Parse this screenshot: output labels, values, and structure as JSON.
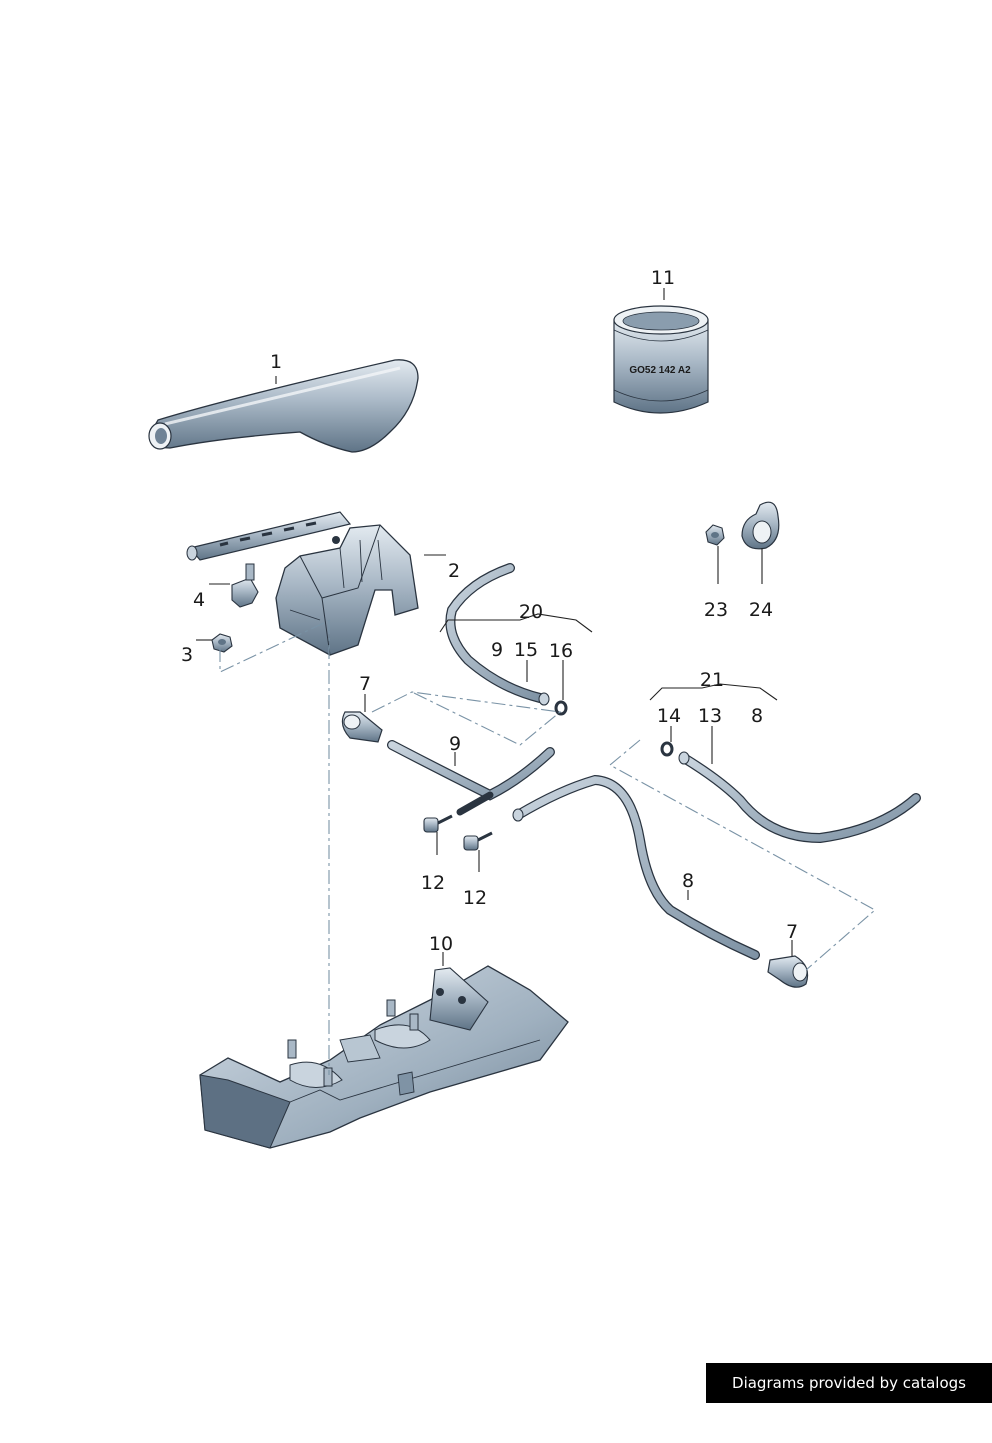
{
  "callouts": {
    "c1": "1",
    "c2": "2",
    "c3": "3",
    "c4": "4",
    "c7a": "7",
    "c7b": "7",
    "c8a": "8",
    "c8b": "8",
    "c9a": "9",
    "c9b": "9",
    "c10": "10",
    "c11": "11",
    "c12a": "12",
    "c12b": "12",
    "c13": "13",
    "c14": "14",
    "c15": "15",
    "c16": "16",
    "c20": "20",
    "c21": "21",
    "c23": "23",
    "c24": "24"
  },
  "sleeve_marking": "GO52 142 A2",
  "footer": {
    "credit": "Diagrams provided by catalogs parts"
  },
  "colors": {
    "part_fill": "#a9b8c6",
    "part_shadow": "#6f8396",
    "part_light": "#dde5ec",
    "outline": "#2a3440"
  }
}
